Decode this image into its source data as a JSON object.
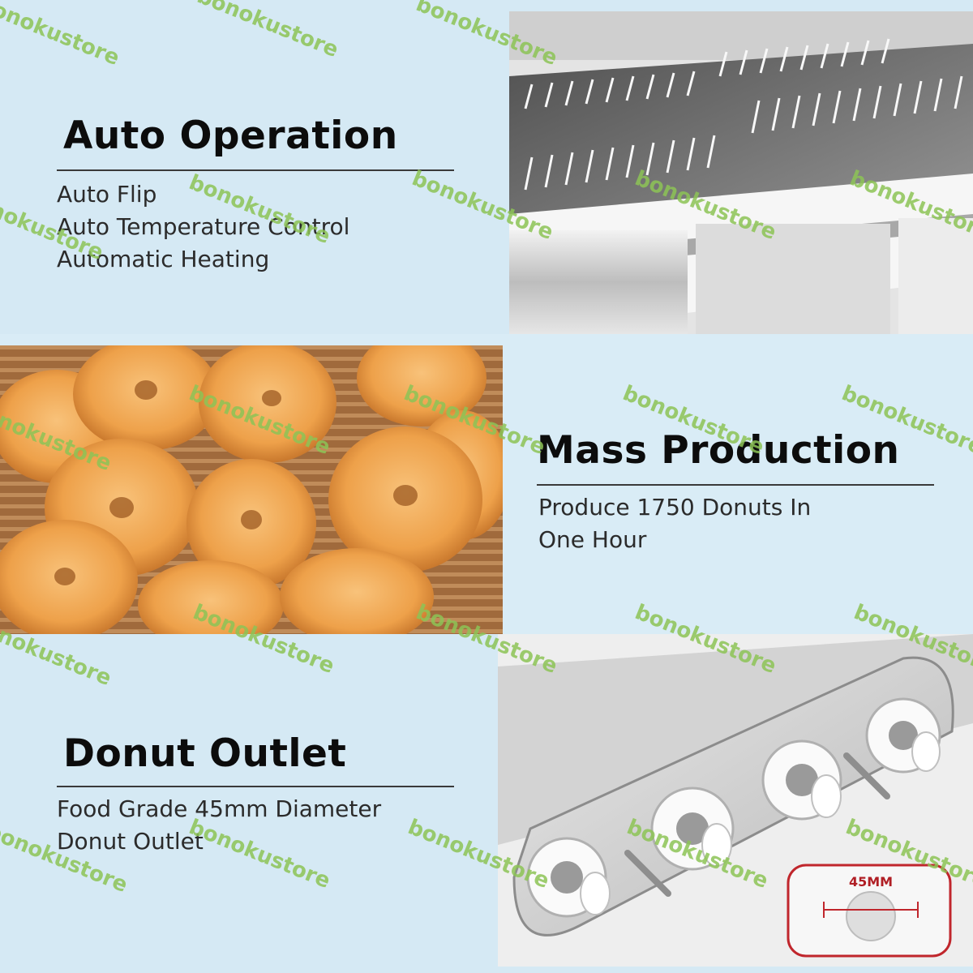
{
  "sections": [
    {
      "title": "Auto Operation",
      "lines": [
        "Auto Flip",
        "Auto Temperature Control",
        "Automatic Heating"
      ],
      "photo": "fryer-conveyor-photo"
    },
    {
      "title": "Mass Production",
      "lines": [
        "Produce 1750 Donuts In",
        "One Hour"
      ],
      "photo": "sugared-donuts-photo"
    },
    {
      "title": "Donut Outlet",
      "lines": [
        "Food Grade 45mm Diameter",
        "Donut Outlet"
      ],
      "photo": "donut-outlet-photo",
      "inset_label": "45MM"
    }
  ],
  "watermark": "bonokustore",
  "colors": {
    "background": "#d5e9f4",
    "heading": "#0c0c0c",
    "watermark": "#8dc456",
    "inset_accent": "#c0262c"
  }
}
